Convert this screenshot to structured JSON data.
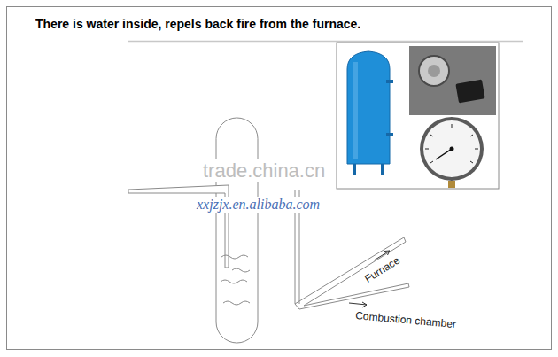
{
  "diagram": {
    "title": "There is water inside, repels back fire from the furnace.",
    "labels": [
      "trade.china.cn",
      "xxjzjx.en.alibaba.com",
      "Furnace",
      "Combustion chamber"
    ]
  }
}
